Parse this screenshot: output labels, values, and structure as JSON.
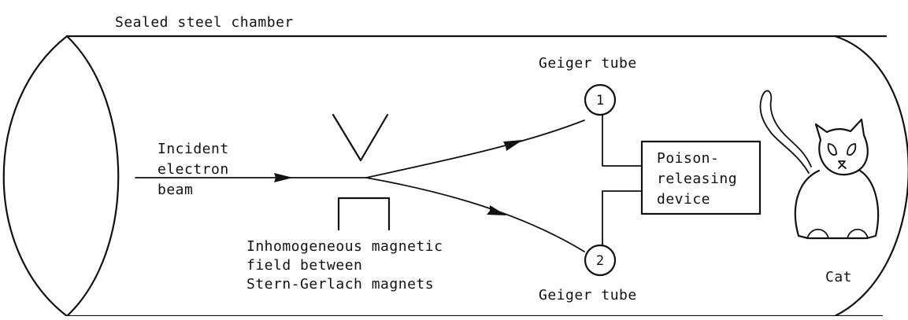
{
  "labels": {
    "chamber": "Sealed steel chamber",
    "beam_line1": "Incident",
    "beam_line2": "electron",
    "beam_line3": "beam",
    "magnet_line1": "Inhomogeneous magnetic",
    "magnet_line2": "field between",
    "magnet_line3": "Stern-Gerlach magnets",
    "geiger_top": "Geiger tube",
    "geiger_bottom": "Geiger tube",
    "tube1_number": "1",
    "tube2_number": "2",
    "device_line1": "Poison-",
    "device_line2": "releasing",
    "device_line3": "device",
    "cat": "Cat"
  },
  "colors": {
    "ink": "#111111",
    "background": "#ffffff"
  }
}
